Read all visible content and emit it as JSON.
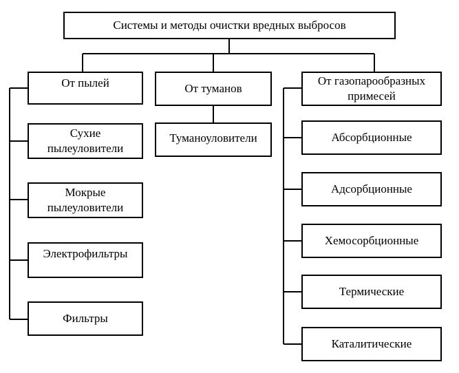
{
  "diagram": {
    "root": {
      "label": "Системы и методы очистки вредных выбросов"
    },
    "groups": [
      {
        "label": "От пылей",
        "items": [
          "Сухие пылеуловители",
          "Мокрые пылеуловители",
          "Электрофильтры",
          "Фильтры"
        ]
      },
      {
        "label": "От туманов",
        "items": [
          "Тумано­уловители"
        ]
      },
      {
        "label": "От газопарообразных примесей",
        "items": [
          "Абсорбционные",
          "Адсорбционные",
          "Хемосорбционные",
          "Термические",
          "Каталитические"
        ]
      }
    ]
  }
}
